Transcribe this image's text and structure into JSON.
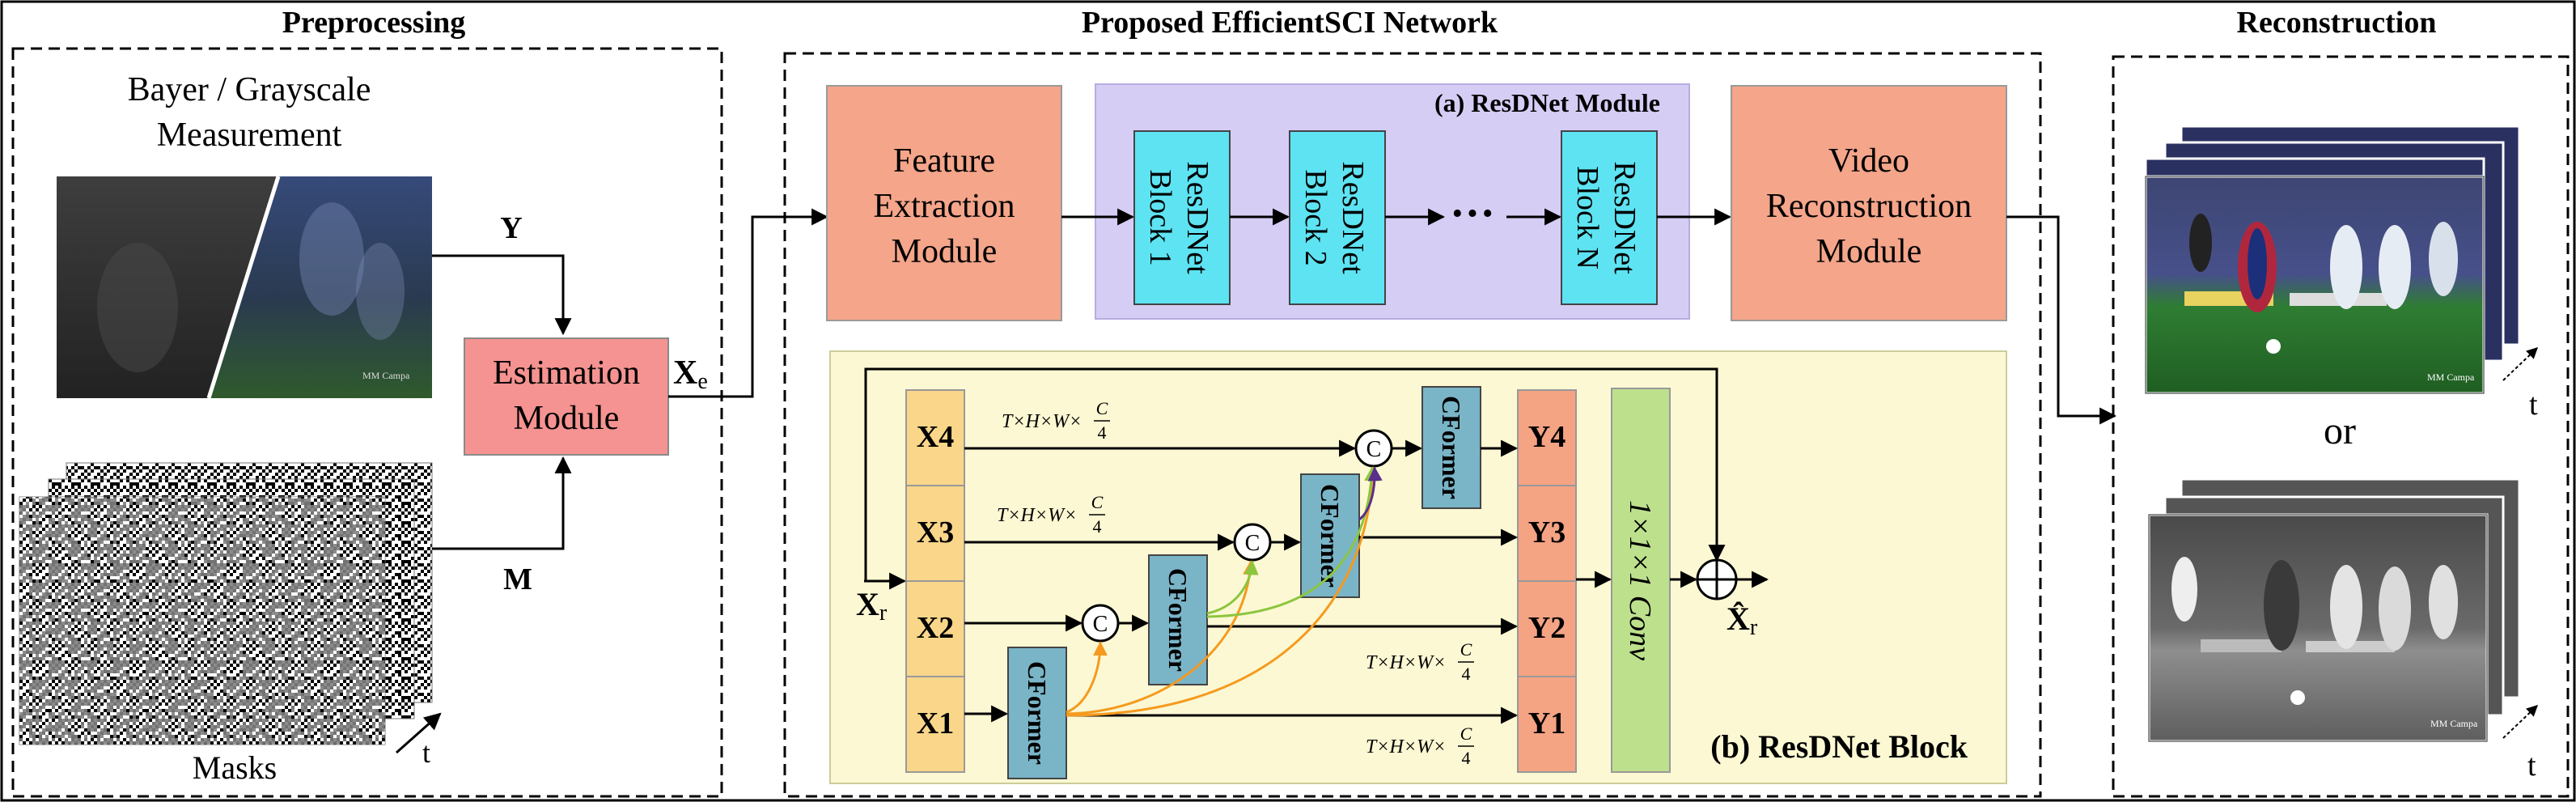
{
  "headers": {
    "preprocessing": "Preprocessing",
    "network": "Proposed EfficientSCI Network",
    "reconstruction": "Reconstruction"
  },
  "preprocessing": {
    "measurement_label_line1": "Bayer / Grayscale",
    "measurement_label_line2": "Measurement",
    "masks_label": "Masks",
    "y_label": "Y",
    "m_label": "M",
    "estimation_line1": "Estimation",
    "estimation_line2": "Module",
    "xe_main": "X",
    "xe_sub": "e",
    "t_label": "t",
    "watermark": "MM Campa"
  },
  "network": {
    "feature_line1": "Feature",
    "feature_line2": "Extraction",
    "feature_line3": "Module",
    "resdnet_module_title": "(a) ResDNet Module",
    "blocks": [
      {
        "line1": "ResDNet",
        "line2": "Block 1"
      },
      {
        "line1": "ResDNet",
        "line2": "Block 2"
      },
      {
        "line1": "ResDNet",
        "line2": "Block N"
      }
    ],
    "ellipsis": "···",
    "video_line1": "Video",
    "video_line2": "Reconstruction",
    "video_line3": "Module"
  },
  "resdnet_block": {
    "title": "(b) ResDNet Block",
    "x_inputs": [
      "X4",
      "X3",
      "X2",
      "X1"
    ],
    "y_outputs": [
      "Y4",
      "Y3",
      "Y2",
      "Y1"
    ],
    "cformer": "CFormer",
    "concat": "C",
    "conv": "1×1×1 Conv",
    "xr_main": "X",
    "xr_sub": "r",
    "xhat_main": "X̂",
    "xhat_sub": "r",
    "dim_label_prefix": "T×H×W×",
    "dim_num": "C",
    "dim_den": "4"
  },
  "reconstruction": {
    "or_label": "or",
    "t_label": "t",
    "watermark": "MM Campa"
  },
  "colors": {
    "salmon": "#f4a58a",
    "lavender": "#d6cdf5",
    "cyan": "#5ee3f2",
    "pink": "#f49391",
    "yellow_panel": "#fcf8d3",
    "x_box": "#f9d689",
    "y_box": "#f4a383",
    "cformer": "#7ab4c7",
    "conv": "#bde08d",
    "orange_arrow": "#f59a1f",
    "green_arrow": "#8cc63f",
    "purple_arrow": "#5b2e8c"
  }
}
